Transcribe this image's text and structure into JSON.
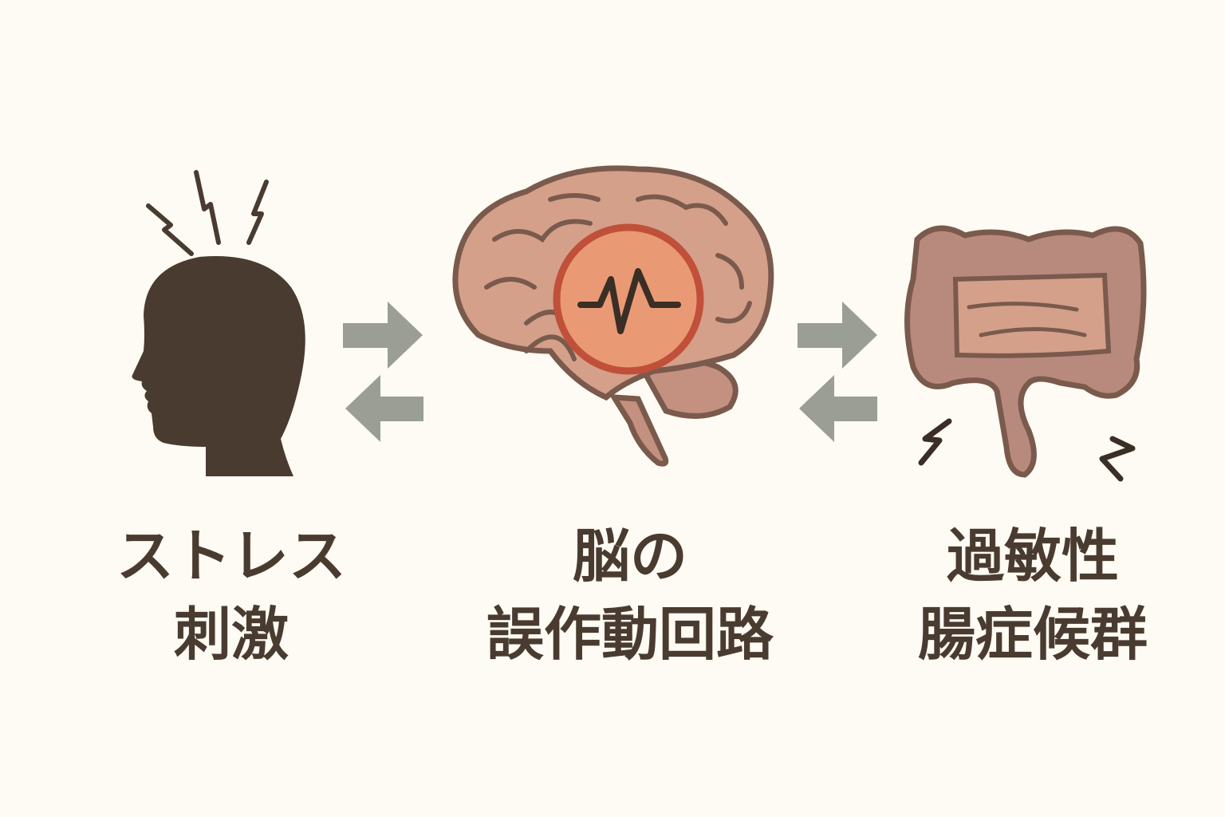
{
  "colors": {
    "background": "#fdfbf3",
    "text": "#4a3b30",
    "head": "#4a3b30",
    "brain": "#d4a08a",
    "outline": "#7a5a4c",
    "signal_circle": "#e99a74",
    "signal_ring": "#c0503a",
    "arrow": "#9a9e94",
    "intestine": "#b88a7e"
  },
  "nodes": [
    {
      "icon": "stressed-head-icon",
      "lines": [
        "ストレス",
        "刺激"
      ]
    },
    {
      "icon": "brain-signal-icon",
      "lines": [
        "脳の",
        "誤作動回路"
      ]
    },
    {
      "icon": "intestine-icon",
      "lines": [
        "過敏性",
        "腸症候群"
      ]
    }
  ],
  "arrows": [
    "bidirectional-arrow-icon",
    "bidirectional-arrow-icon"
  ]
}
